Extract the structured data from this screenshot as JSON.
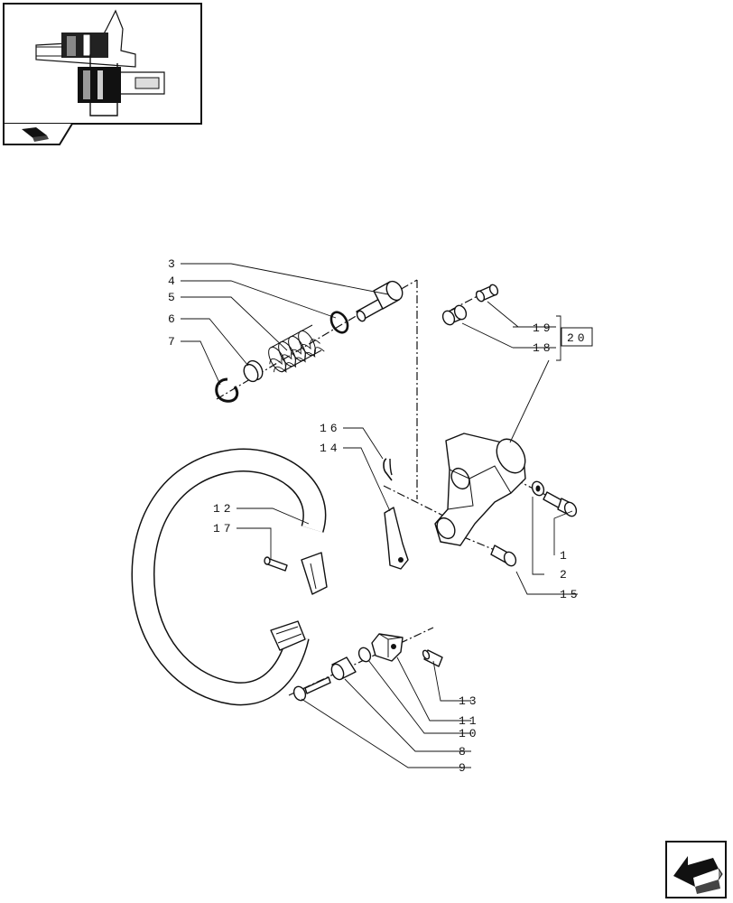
{
  "callouts": {
    "c1": "1",
    "c2": "2",
    "c3": "3",
    "c4": "4",
    "c5": "5",
    "c6": "6",
    "c7": "7",
    "c8": "8",
    "c9": "9",
    "c10": "10",
    "c11": "11",
    "c12": "12",
    "c13": "13",
    "c14": "14",
    "c15": "15",
    "c16": "16",
    "c17": "17",
    "c18": "18",
    "c19": "19",
    "c20": "20"
  },
  "icons": {
    "thumbnail": "assembly-thumbnail-icon",
    "tab": "book-icon",
    "nav": "next-page-arrow-icon"
  }
}
